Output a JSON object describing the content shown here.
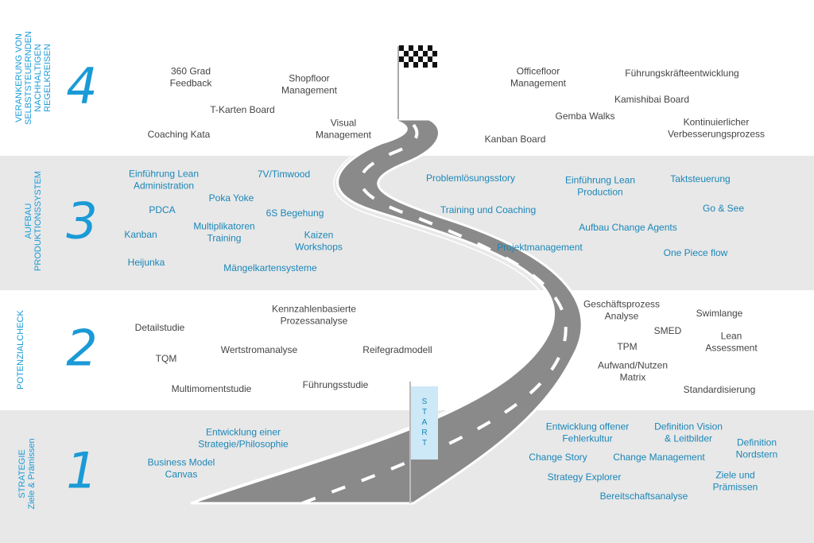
{
  "levels": [
    {
      "number": "4",
      "label": "VERANKERUNG VON\nSELBSTSTEUERNDEN\nNACHHALTIGEN\nREGELKREISEN",
      "items": [
        "360 Grad\nFeedback",
        "Shopfloor\nManagement",
        "T-Karten Board",
        "Coaching Kata",
        "Visual\nManagement",
        "Officefloor\nManagement",
        "Führungskräfteentwicklung",
        "Kamishibai Board",
        "Gemba Walks",
        "Kanban Board",
        "Kontinuierlicher\nVerbesserungsprozess"
      ]
    },
    {
      "number": "3",
      "label": "AUFBAU\nPRODUKTIONSSYSTEM",
      "items": [
        "Einführung Lean\nAdministration",
        "7V/Timwood",
        "Poka Yoke",
        "PDCA",
        "6S Begehung",
        "Multiplikatoren\nTraining",
        "Kanban",
        "Kaizen\nWorkshops",
        "Heijunka",
        "Mängelkartensysteme",
        "Problemlösungsstory",
        "Einführung Lean\nProduction",
        "Taktsteuerung",
        "Training und Coaching",
        "Go & See",
        "Aufbau Change Agents",
        "Projektmanagement",
        "One Piece flow"
      ]
    },
    {
      "number": "2",
      "label": "POTENZIALCHECK",
      "items": [
        "Kennzahlenbasierte\nProzessanalyse",
        "Detailstudie",
        "Wertstromanalyse",
        "Reifegradmodell",
        "TQM",
        "Multimomentstudie",
        "Führungsstudie",
        "Geschäftsprozess\nAnalyse",
        "Swimlange",
        "SMED",
        "Lean\nAssessment",
        "TPM",
        "Aufwand/Nutzen\nMatrix",
        "Standardisierung"
      ]
    },
    {
      "number": "1",
      "label": "STRATEGIE\nZiele & Prämissen",
      "items": [
        "Entwicklung einer\nStrategie/Philosophie",
        "Business Model\nCanvas",
        "Entwicklung offener\nFehlerkultur",
        "Definition Vision\n& Leitbilder",
        "Definition\nNordstern",
        "Change Story",
        "Change Management",
        "Strategy Explorer",
        "Ziele und Prämissen",
        "Bereitschaftsanalyse"
      ]
    }
  ],
  "start_flag": "START",
  "colors": {
    "accent": "#1a9ad6",
    "text": "#444444",
    "band": "#e8e8e8",
    "road": "#8a8a8a"
  }
}
